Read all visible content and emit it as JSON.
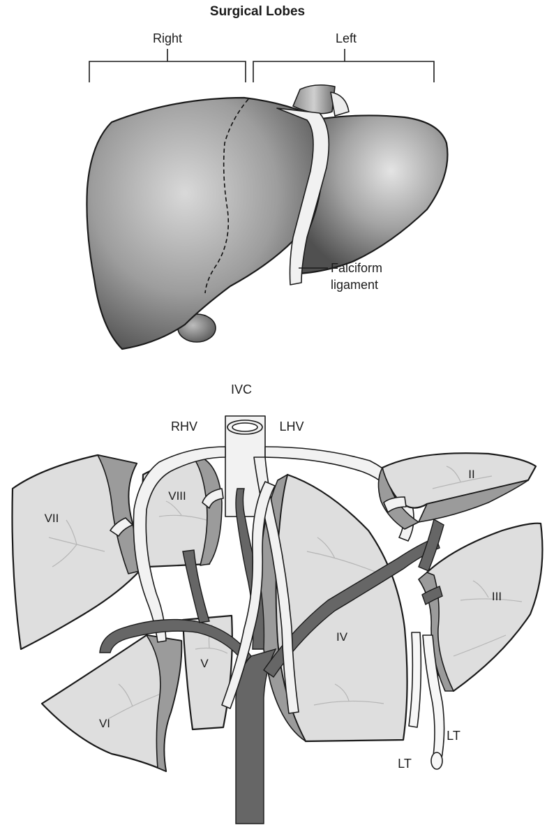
{
  "diagram": {
    "title": "Surgical Lobes",
    "lobes": {
      "right_label": "Right",
      "left_label": "Left"
    },
    "liver_callout": "Falciform ligament",
    "liver_callout_lines": [
      "Falciform",
      "ligament"
    ],
    "vessels": {
      "ivc": "IVC",
      "rhv": "RHV",
      "lhv": "LHV",
      "lt_upper": "LT",
      "lt_lower": "LT"
    },
    "segments": [
      "II",
      "III",
      "IV",
      "V",
      "VI",
      "VII",
      "VIII"
    ],
    "colors": {
      "liver_light": "#d4d4d4",
      "liver_dark": "#4a4a4a",
      "segment_fill": "#dedede",
      "segment_shadow": "#9b9b9b",
      "portal_vein": "#666666",
      "hepatic_vein": "#f2f2f2",
      "outline": "#1a1a1a"
    }
  }
}
